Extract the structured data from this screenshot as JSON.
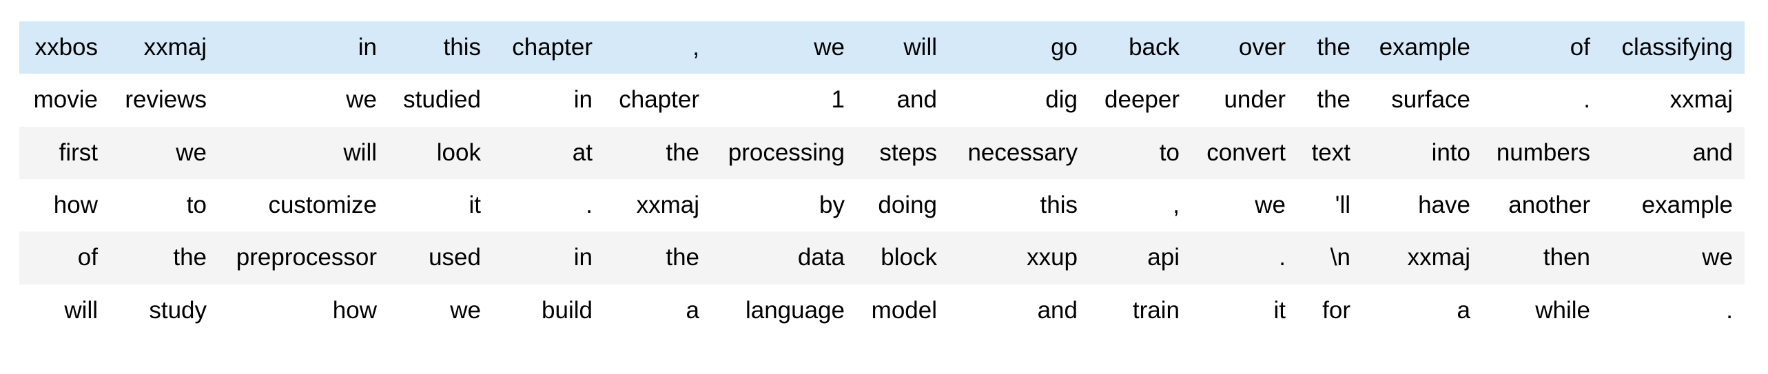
{
  "table": {
    "description": "Tokenized text batch shown as a striped dataframe, 6 rows of 15 tokens",
    "highlighted_row_index": 0,
    "colors": {
      "highlight": "#d6e9f8",
      "stripe": "#f4f4f4",
      "background": "#ffffff",
      "text": "#000000"
    },
    "rows": [
      [
        "xxbos",
        "xxmaj",
        "in",
        "this",
        "chapter",
        ",",
        "we",
        "will",
        "go",
        "back",
        "over",
        "the",
        "example",
        "of",
        "classifying"
      ],
      [
        "movie",
        "reviews",
        "we",
        "studied",
        "in",
        "chapter",
        "1",
        "and",
        "dig",
        "deeper",
        "under",
        "the",
        "surface",
        ".",
        "xxmaj"
      ],
      [
        "first",
        "we",
        "will",
        "look",
        "at",
        "the",
        "processing",
        "steps",
        "necessary",
        "to",
        "convert",
        "text",
        "into",
        "numbers",
        "and"
      ],
      [
        "how",
        "to",
        "customize",
        "it",
        ".",
        "xxmaj",
        "by",
        "doing",
        "this",
        ",",
        "we",
        "'ll",
        "have",
        "another",
        "example"
      ],
      [
        "of",
        "the",
        "preprocessor",
        "used",
        "in",
        "the",
        "data",
        "block",
        "xxup",
        "api",
        ".",
        "\\n",
        "xxmaj",
        "then",
        "we"
      ],
      [
        "will",
        "study",
        "how",
        "we",
        "build",
        "a",
        "language",
        "model",
        "and",
        "train",
        "it",
        "for",
        "a",
        "while",
        "."
      ]
    ]
  }
}
